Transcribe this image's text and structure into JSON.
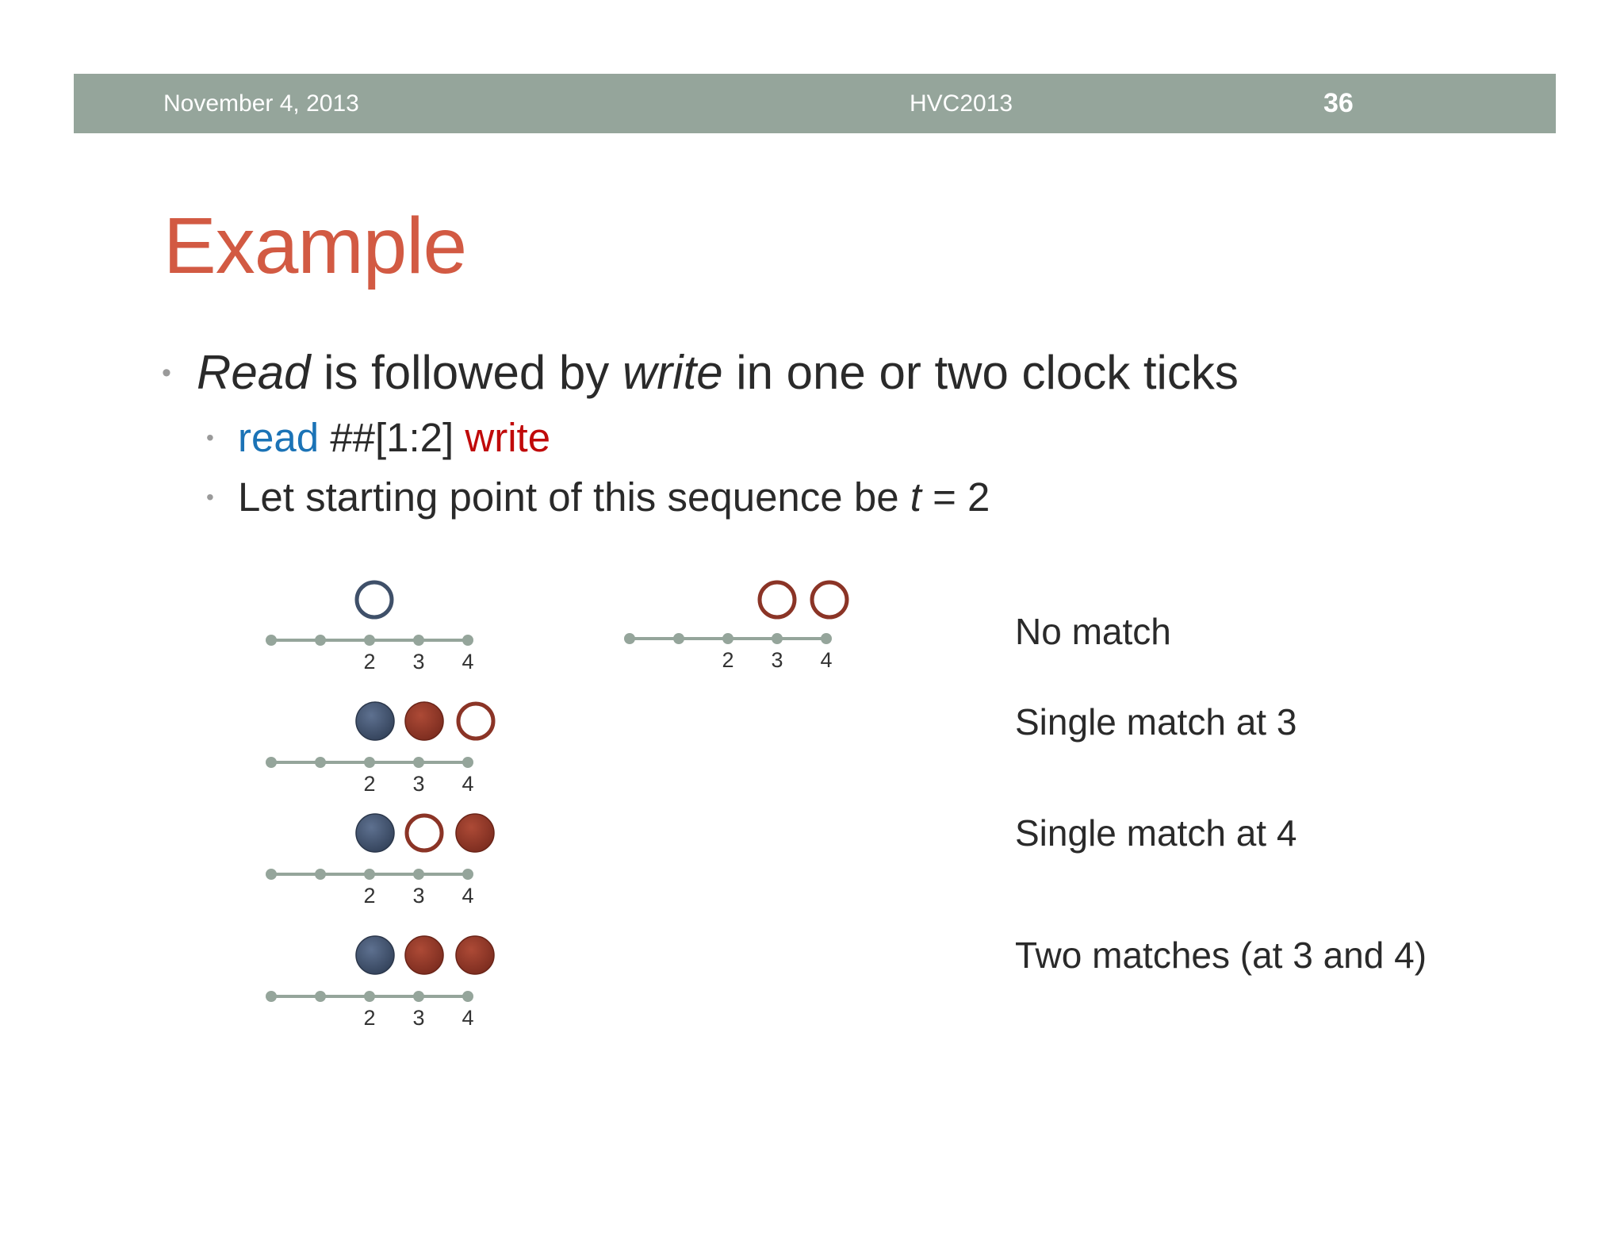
{
  "header": {
    "date": "November 4, 2013",
    "conference": "HVC2013",
    "page_number": "36"
  },
  "title": "Example",
  "bullets": {
    "main": {
      "read_word": "Read",
      "text_middle": " is followed by ",
      "write_word": "write",
      "text_end": " in one or two clock ticks"
    },
    "sub1": {
      "read": "read",
      "op": " ##[1:2] ",
      "write": "write"
    },
    "sub2": {
      "text": "Let starting point of this sequence be ",
      "var": "t",
      "rest": " = 2"
    }
  },
  "timeline_labels": [
    "2",
    "3",
    "4"
  ],
  "cases": [
    {
      "label": "No match"
    },
    {
      "label": "Single match at 3"
    },
    {
      "label": "Single match at 4"
    },
    {
      "label": "Two matches (at 3 and 4)"
    }
  ],
  "colors": {
    "read_event": "#3f5069",
    "write_event": "#8b3426",
    "timeline": "#95a59b"
  }
}
